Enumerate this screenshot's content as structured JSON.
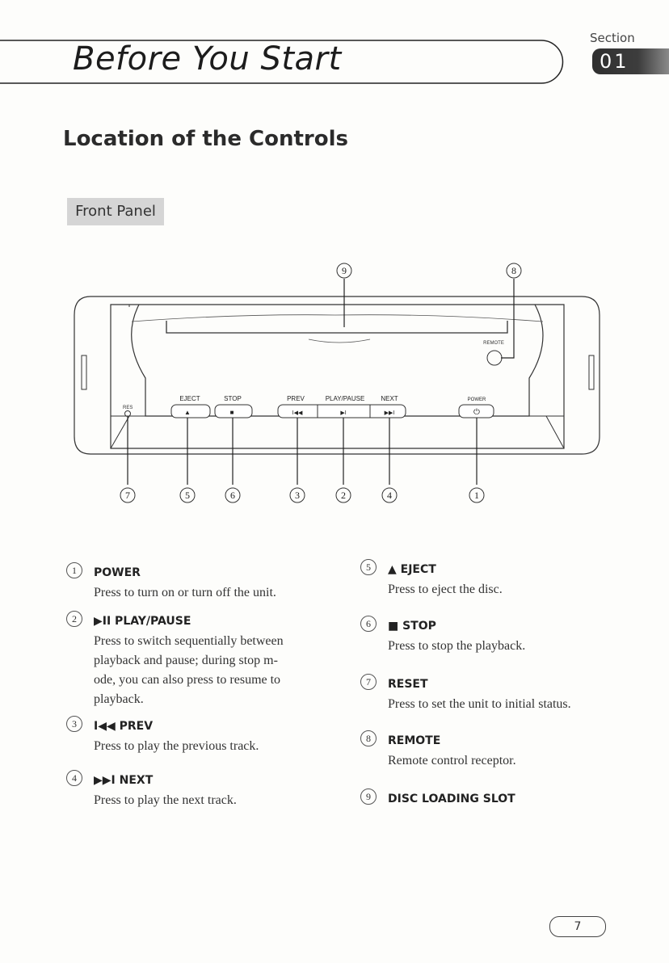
{
  "header": {
    "title": "Before You Start",
    "section_label": "Section",
    "section_number": "01"
  },
  "page_heading": "Location of the Controls",
  "sub_heading": "Front Panel",
  "diagram": {
    "panel_labels": {
      "res": "RES",
      "eject": "EJECT",
      "stop": "STOP",
      "prev": "PREV",
      "playpause": "PLAY/PAUSE",
      "next": "NEXT",
      "power": "POWER",
      "remote": "REMOTE"
    },
    "button_glyphs": {
      "eject": "▲",
      "stop": "■",
      "prev": "I◀◀",
      "playpause": "▶I",
      "next": "▶▶I",
      "power": "⏻"
    },
    "callouts": {
      "c1": "1",
      "c2": "2",
      "c3": "3",
      "c4": "4",
      "c5": "5",
      "c6": "6",
      "c7": "7",
      "c8": "8",
      "c9": "9"
    }
  },
  "controls": [
    {
      "num": "1",
      "name": "POWER",
      "desc": [
        "Press to turn on or turn off the unit."
      ]
    },
    {
      "num": "2",
      "name": "▶II PLAY/PAUSE",
      "desc": [
        "Press to switch sequentially between",
        "playback and pause; during stop m-",
        "ode, you can also press to resume to",
        "playback."
      ]
    },
    {
      "num": "3",
      "name": "I◀◀  PREV",
      "desc": [
        "Press to play the previous track."
      ]
    },
    {
      "num": "4",
      "name": "▶▶I NEXT",
      "desc": [
        "Press to play the next track."
      ]
    },
    {
      "num": "5",
      "name": "▲ EJECT",
      "desc": [
        "Press to eject the disc."
      ]
    },
    {
      "num": "6",
      "name": "■  STOP",
      "desc": [
        "Press to stop the playback."
      ]
    },
    {
      "num": "7",
      "name": "RESET",
      "desc": [
        "Press to set the unit to initial status."
      ]
    },
    {
      "num": "8",
      "name": "REMOTE",
      "desc": [
        "Remote control receptor."
      ]
    },
    {
      "num": "9",
      "name": "DISC LOADING SLOT",
      "desc": []
    }
  ],
  "page_number": "7"
}
